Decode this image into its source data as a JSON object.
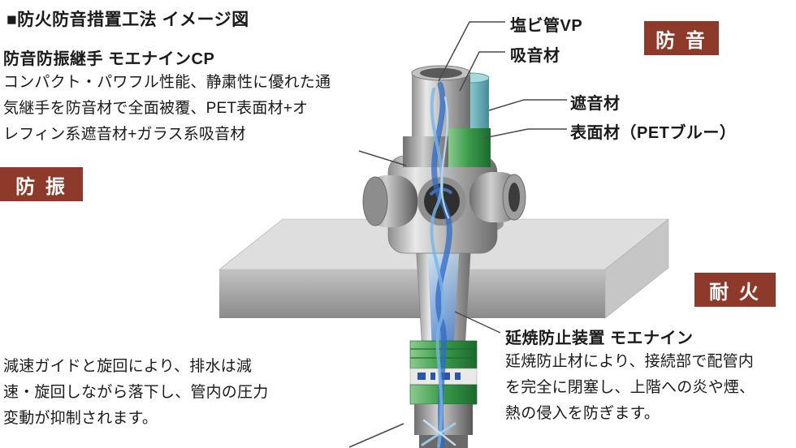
{
  "colors": {
    "badge_bg": "#8e3a2b",
    "text": "#1a1a1a"
  },
  "title": "■防火防音措置工法 イメージ図",
  "intro": {
    "heading": "防音防振継手 モエナインCP",
    "body": "コンパクト・パワフル性能、静粛性に優れた通\n気継手を防音材で全面被覆、PET表面材+オ\nレフィン系遮音材+ガラス系吸音材"
  },
  "badges": {
    "vibration": "防 振",
    "sound": "防 音",
    "fire": "耐 火"
  },
  "callouts": {
    "pvc_pipe": "塩ビ管VP",
    "sound_absorber": "吸音材",
    "sound_insulator": "遮音材",
    "surface_material": "表面材（PETブルー）"
  },
  "bottom_left": {
    "body": "減速ガイドと旋回により、排水は減\n速・旋回しながら落下し、管内の圧力\n変動が抑制されます。"
  },
  "bottom_right": {
    "heading": "延焼防止装置 モエナイン",
    "body": "延焼防止材により、接続部で配管内\nを完全に閉塞し、上階への炎や煙、\n熱の侵入を防ぎます。"
  }
}
